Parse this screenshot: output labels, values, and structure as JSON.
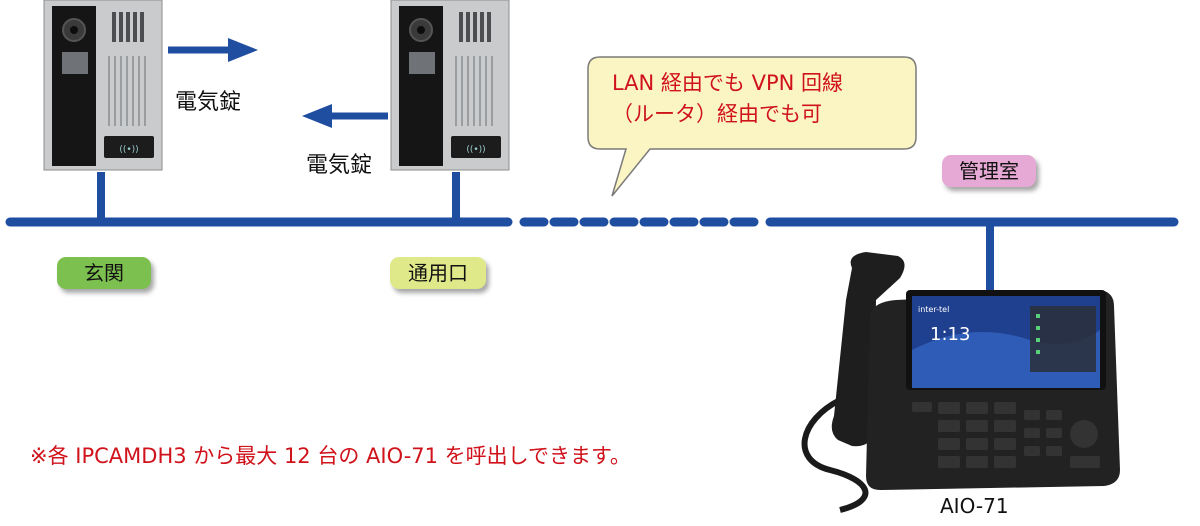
{
  "devices": {
    "entrance_label": "玄関",
    "service_entrance_label": "通用口",
    "management_label": "管理室"
  },
  "locks": {
    "left_lock": "電気錠",
    "right_lock": "電気錠"
  },
  "callout": {
    "line1": "LAN 経由でも VPN 回線",
    "line2": "（ルータ）経由でも可"
  },
  "note": "※各 IPCAMDH3 から最大 12 台の AIO-71 を呼出しできます。",
  "phone": {
    "caption": "AIO-71",
    "brand": "inter-tel",
    "time": "1:13"
  },
  "colors": {
    "network_line": "#1f4ea0",
    "entrance_badge": "#7cc04f",
    "service_badge": "#dfe98a",
    "management_badge": "#e6a8d4",
    "callout_fill": "#fbf5c3",
    "note_text": "#d0121b"
  }
}
